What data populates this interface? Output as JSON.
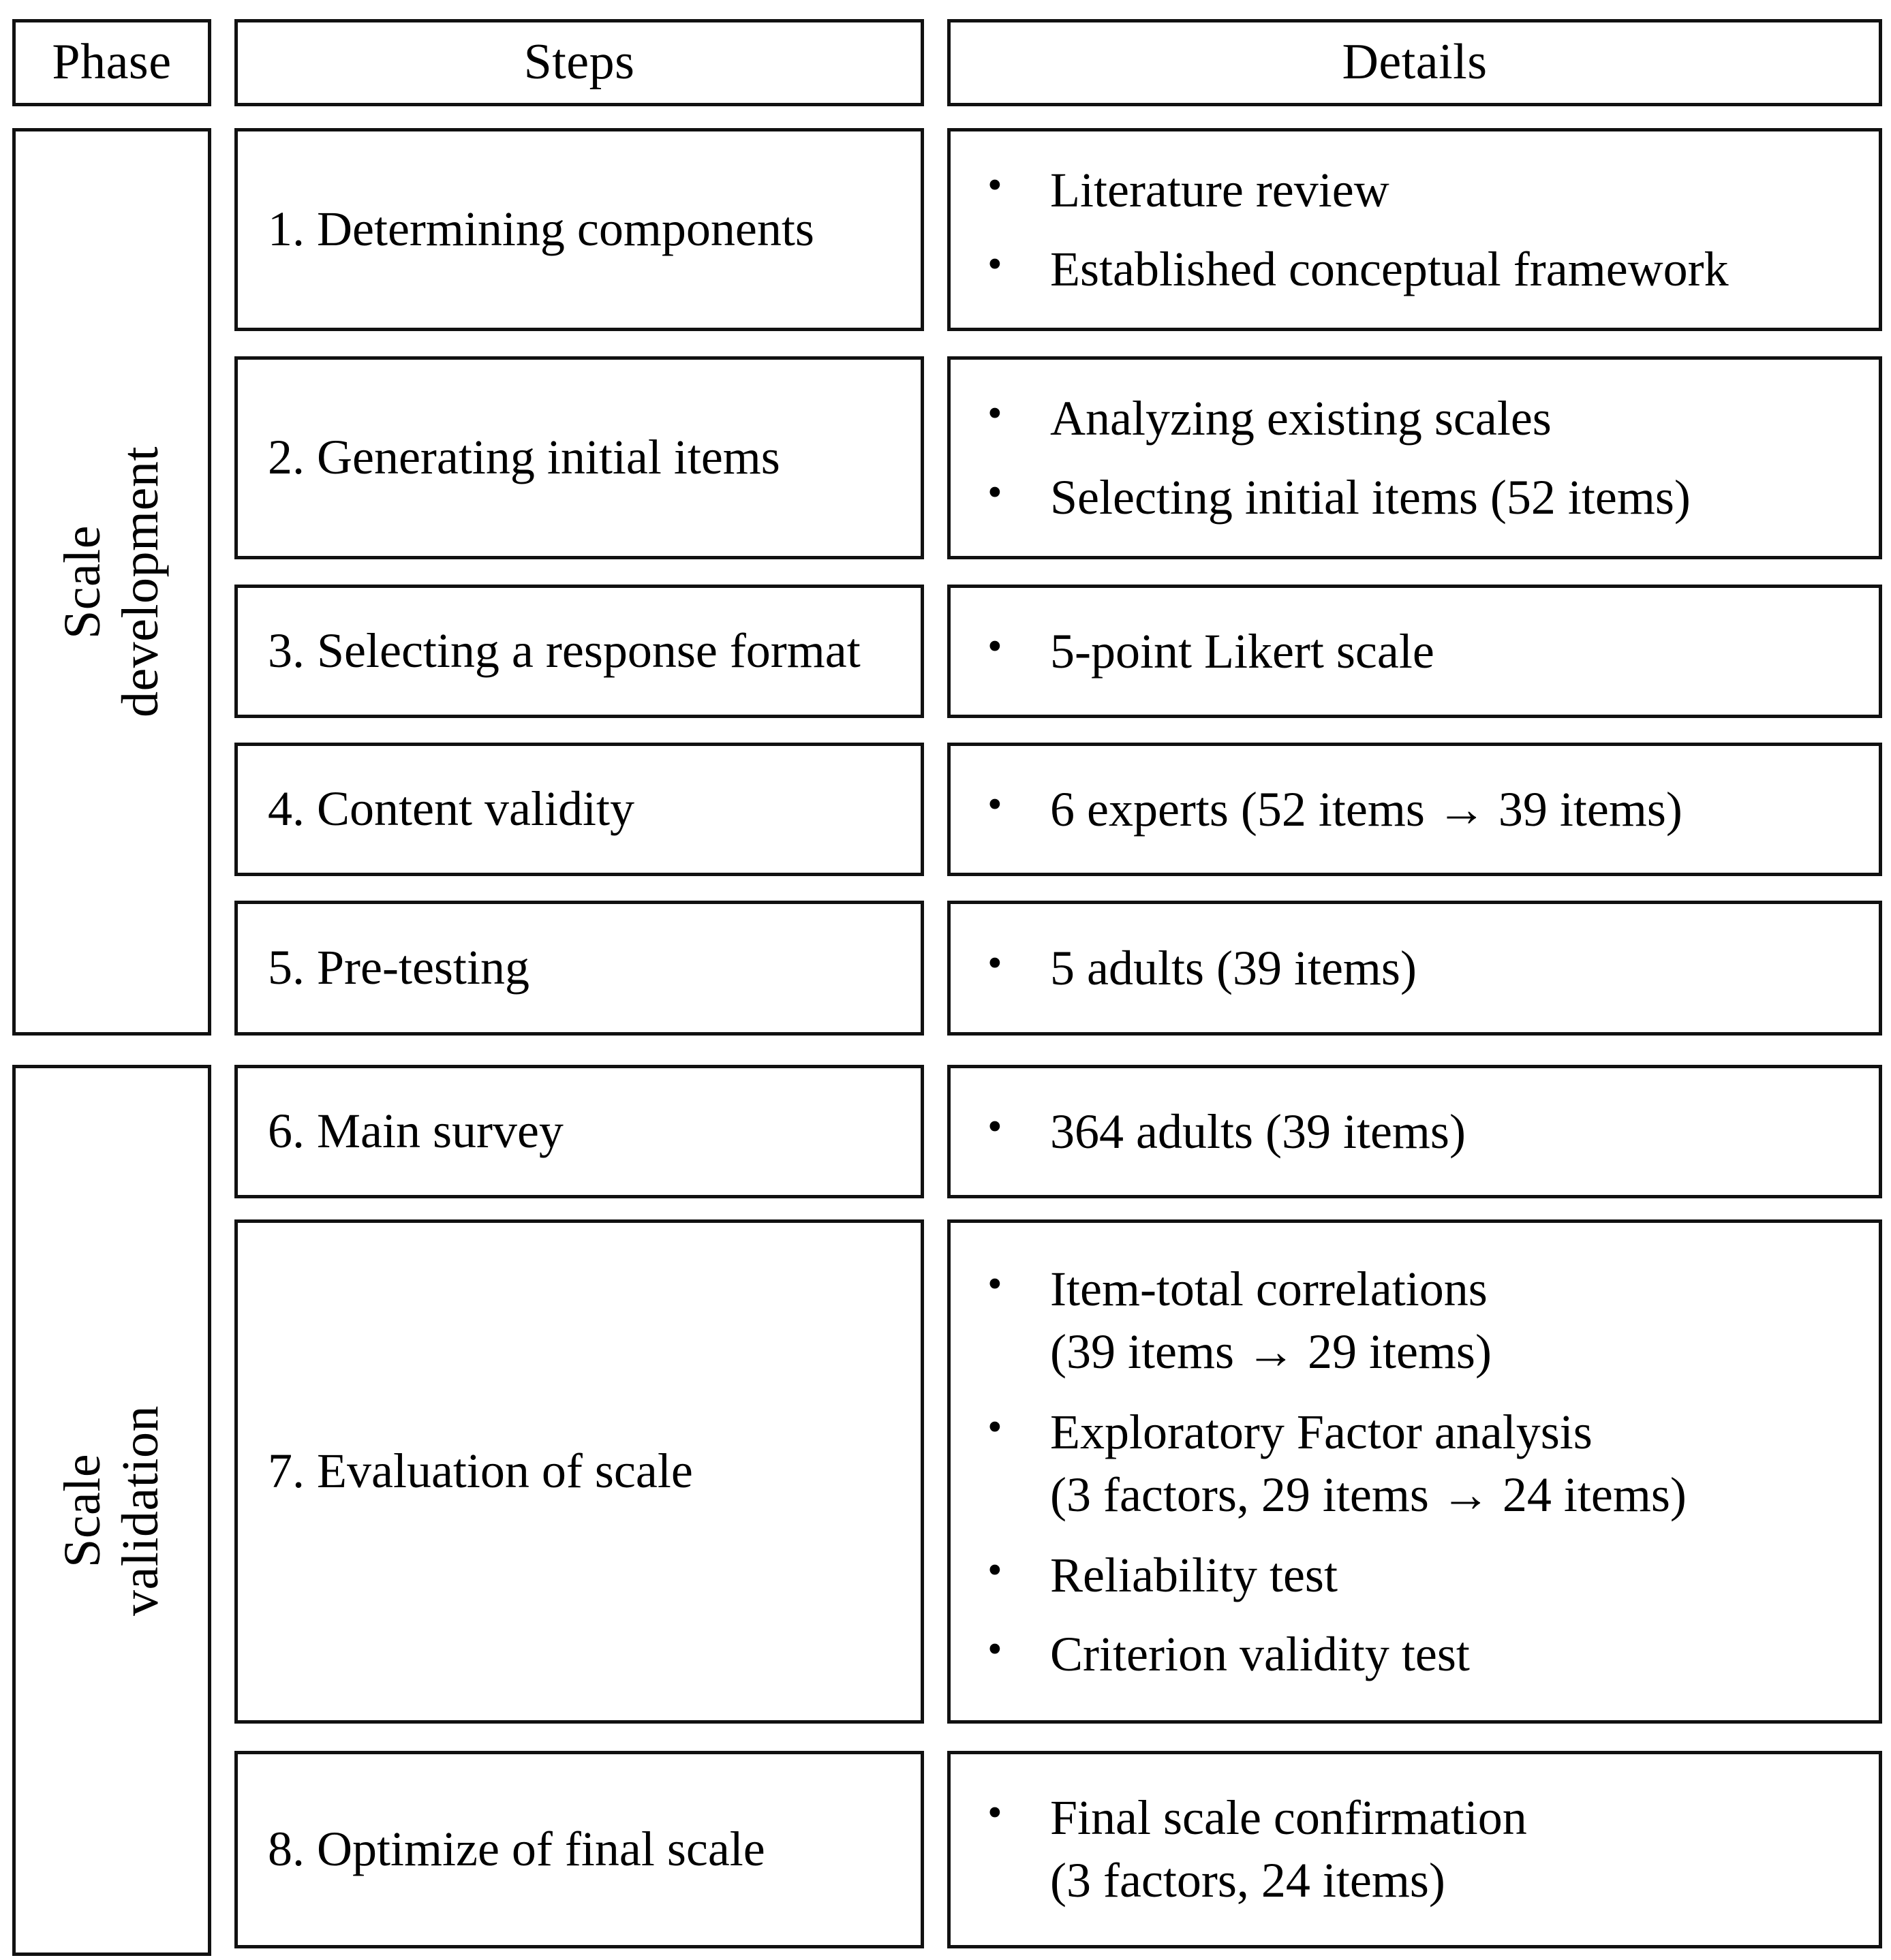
{
  "header": {
    "phase": "Phase",
    "steps": "Steps",
    "details": "Details"
  },
  "phases": [
    {
      "label": "Scale\ndevelopment"
    },
    {
      "label": "Scale\nvalidation"
    }
  ],
  "bullet_glyph": "•",
  "arrow_glyph": "→",
  "rows": [
    {
      "step": "1. Determining components",
      "details": [
        {
          "text": "Literature review",
          "sub": ""
        },
        {
          "text": "Established  conceptual framework",
          "sub": ""
        }
      ]
    },
    {
      "step": "2. Generating initial items",
      "details": [
        {
          "text": "Analyzing existing scales",
          "sub": ""
        },
        {
          "text": "Selecting initial items (52 items)",
          "sub": ""
        }
      ]
    },
    {
      "step": "3. Selecting a response format",
      "details": [
        {
          "text": "5-point Likert  scale",
          "sub": ""
        }
      ]
    },
    {
      "step": "4. Content validity",
      "details": [
        {
          "text": "6 experts (52 items → 39 items)",
          "sub": ""
        }
      ]
    },
    {
      "step": "5. Pre-testing",
      "details": [
        {
          "text": "5 adults (39 items)",
          "sub": ""
        }
      ]
    },
    {
      "step": "6. Main survey",
      "details": [
        {
          "text": "364 adults (39 items)",
          "sub": ""
        }
      ]
    },
    {
      "step": "7. Evaluation of scale",
      "details": [
        {
          "text": "Item-total correlations",
          "sub": "(39 items → 29 items)"
        },
        {
          "text": "Exploratory  Factor analysis",
          "sub": "(3 factors, 29 items → 24 items)"
        },
        {
          "text": "Reliability  test",
          "sub": ""
        },
        {
          "text": "Criterion validity  test",
          "sub": ""
        }
      ]
    },
    {
      "step": "8. Optimize of final scale",
      "details": [
        {
          "text": "Final scale confirmation",
          "sub": "(3 factors, 24 items)"
        }
      ]
    }
  ]
}
